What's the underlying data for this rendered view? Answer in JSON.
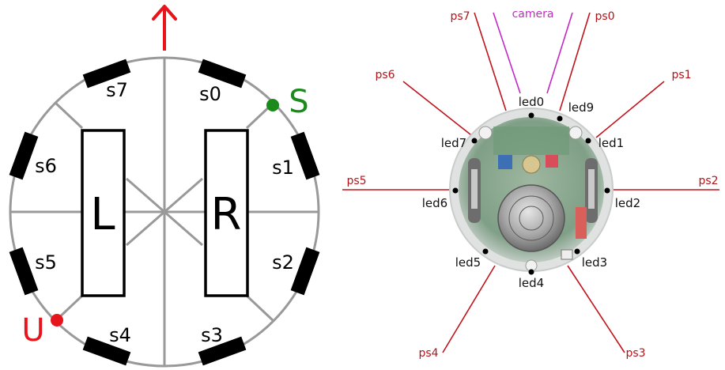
{
  "left_diagram": {
    "sensors": [
      {
        "label": "s0"
      },
      {
        "label": "s1"
      },
      {
        "label": "s2"
      },
      {
        "label": "s3"
      },
      {
        "label": "s4"
      },
      {
        "label": "s5"
      },
      {
        "label": "s6"
      },
      {
        "label": "s7"
      }
    ],
    "wheel_left": "L",
    "wheel_right": "R",
    "marker_start": {
      "label": "S",
      "color": "#1a8a1a"
    },
    "marker_end": {
      "label": "U",
      "color": "#e8141c"
    },
    "arrow_color": "#e8141c"
  },
  "right_diagram": {
    "proximity_sensors": [
      "ps0",
      "ps1",
      "ps2",
      "ps3",
      "ps4",
      "ps5",
      "ps6",
      "ps7"
    ],
    "camera_label": "camera",
    "leds": [
      "led0",
      "led1",
      "led2",
      "led3",
      "led4",
      "led5",
      "led6",
      "led7",
      "led9"
    ],
    "ray_color": "#c0141c",
    "camera_color": "#c22ac2"
  }
}
